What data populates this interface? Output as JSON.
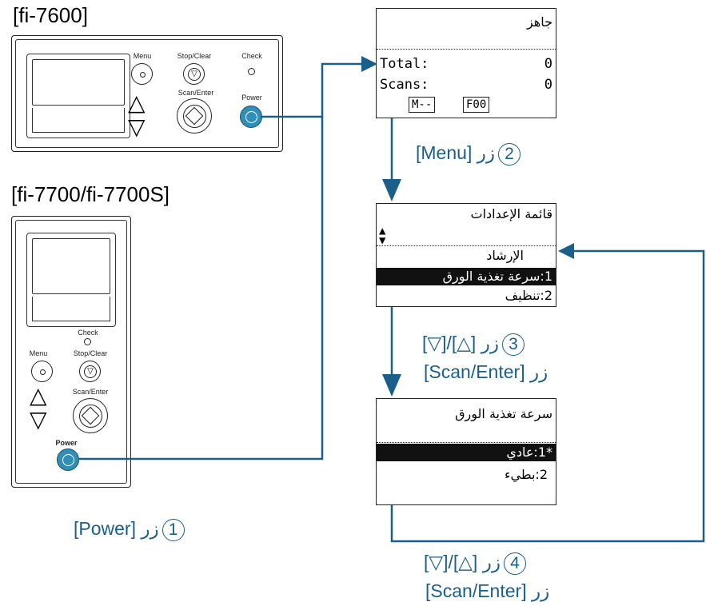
{
  "models": {
    "fi7600": "[fi-7600]",
    "fi7700": "[fi-7700/fi-7700S]"
  },
  "panel_labels": {
    "menu": "Menu",
    "stop_clear": "Stop/Clear",
    "check": "Check",
    "scan_enter": "Scan/Enter",
    "power": "Power"
  },
  "screen1": {
    "status": "جاهز",
    "total_label": "Total:",
    "total_value": "0",
    "scans_label": "Scans:",
    "scans_value": "0",
    "mode": "M--",
    "code": "F00"
  },
  "screen2": {
    "title": "قائمة الإعدادات",
    "guide": "الإرشاد",
    "item1": "1:سرعة تغذية الورق",
    "item2": "2:تنظيف"
  },
  "screen3": {
    "title": "سرعة تغذية الورق",
    "item1": "1:عادي",
    "item1_mark": "*",
    "item2": "2:بطيء"
  },
  "steps": {
    "s1_num": "1",
    "s1_text": "زر [Power]",
    "s2_num": "2",
    "s2_text": "زر [Menu]",
    "s3_num": "3",
    "s3_line1": "زر [△]/[▽]",
    "s3_line2": "زر [Scan/Enter]",
    "s4_num": "4",
    "s4_line1": "زر [△]/[▽]",
    "s4_line2": "زر [Scan/Enter]"
  },
  "colors": {
    "accent": "#1a5f8a",
    "power_button": "#2f8fb8",
    "connector": "#1a5f8a"
  }
}
